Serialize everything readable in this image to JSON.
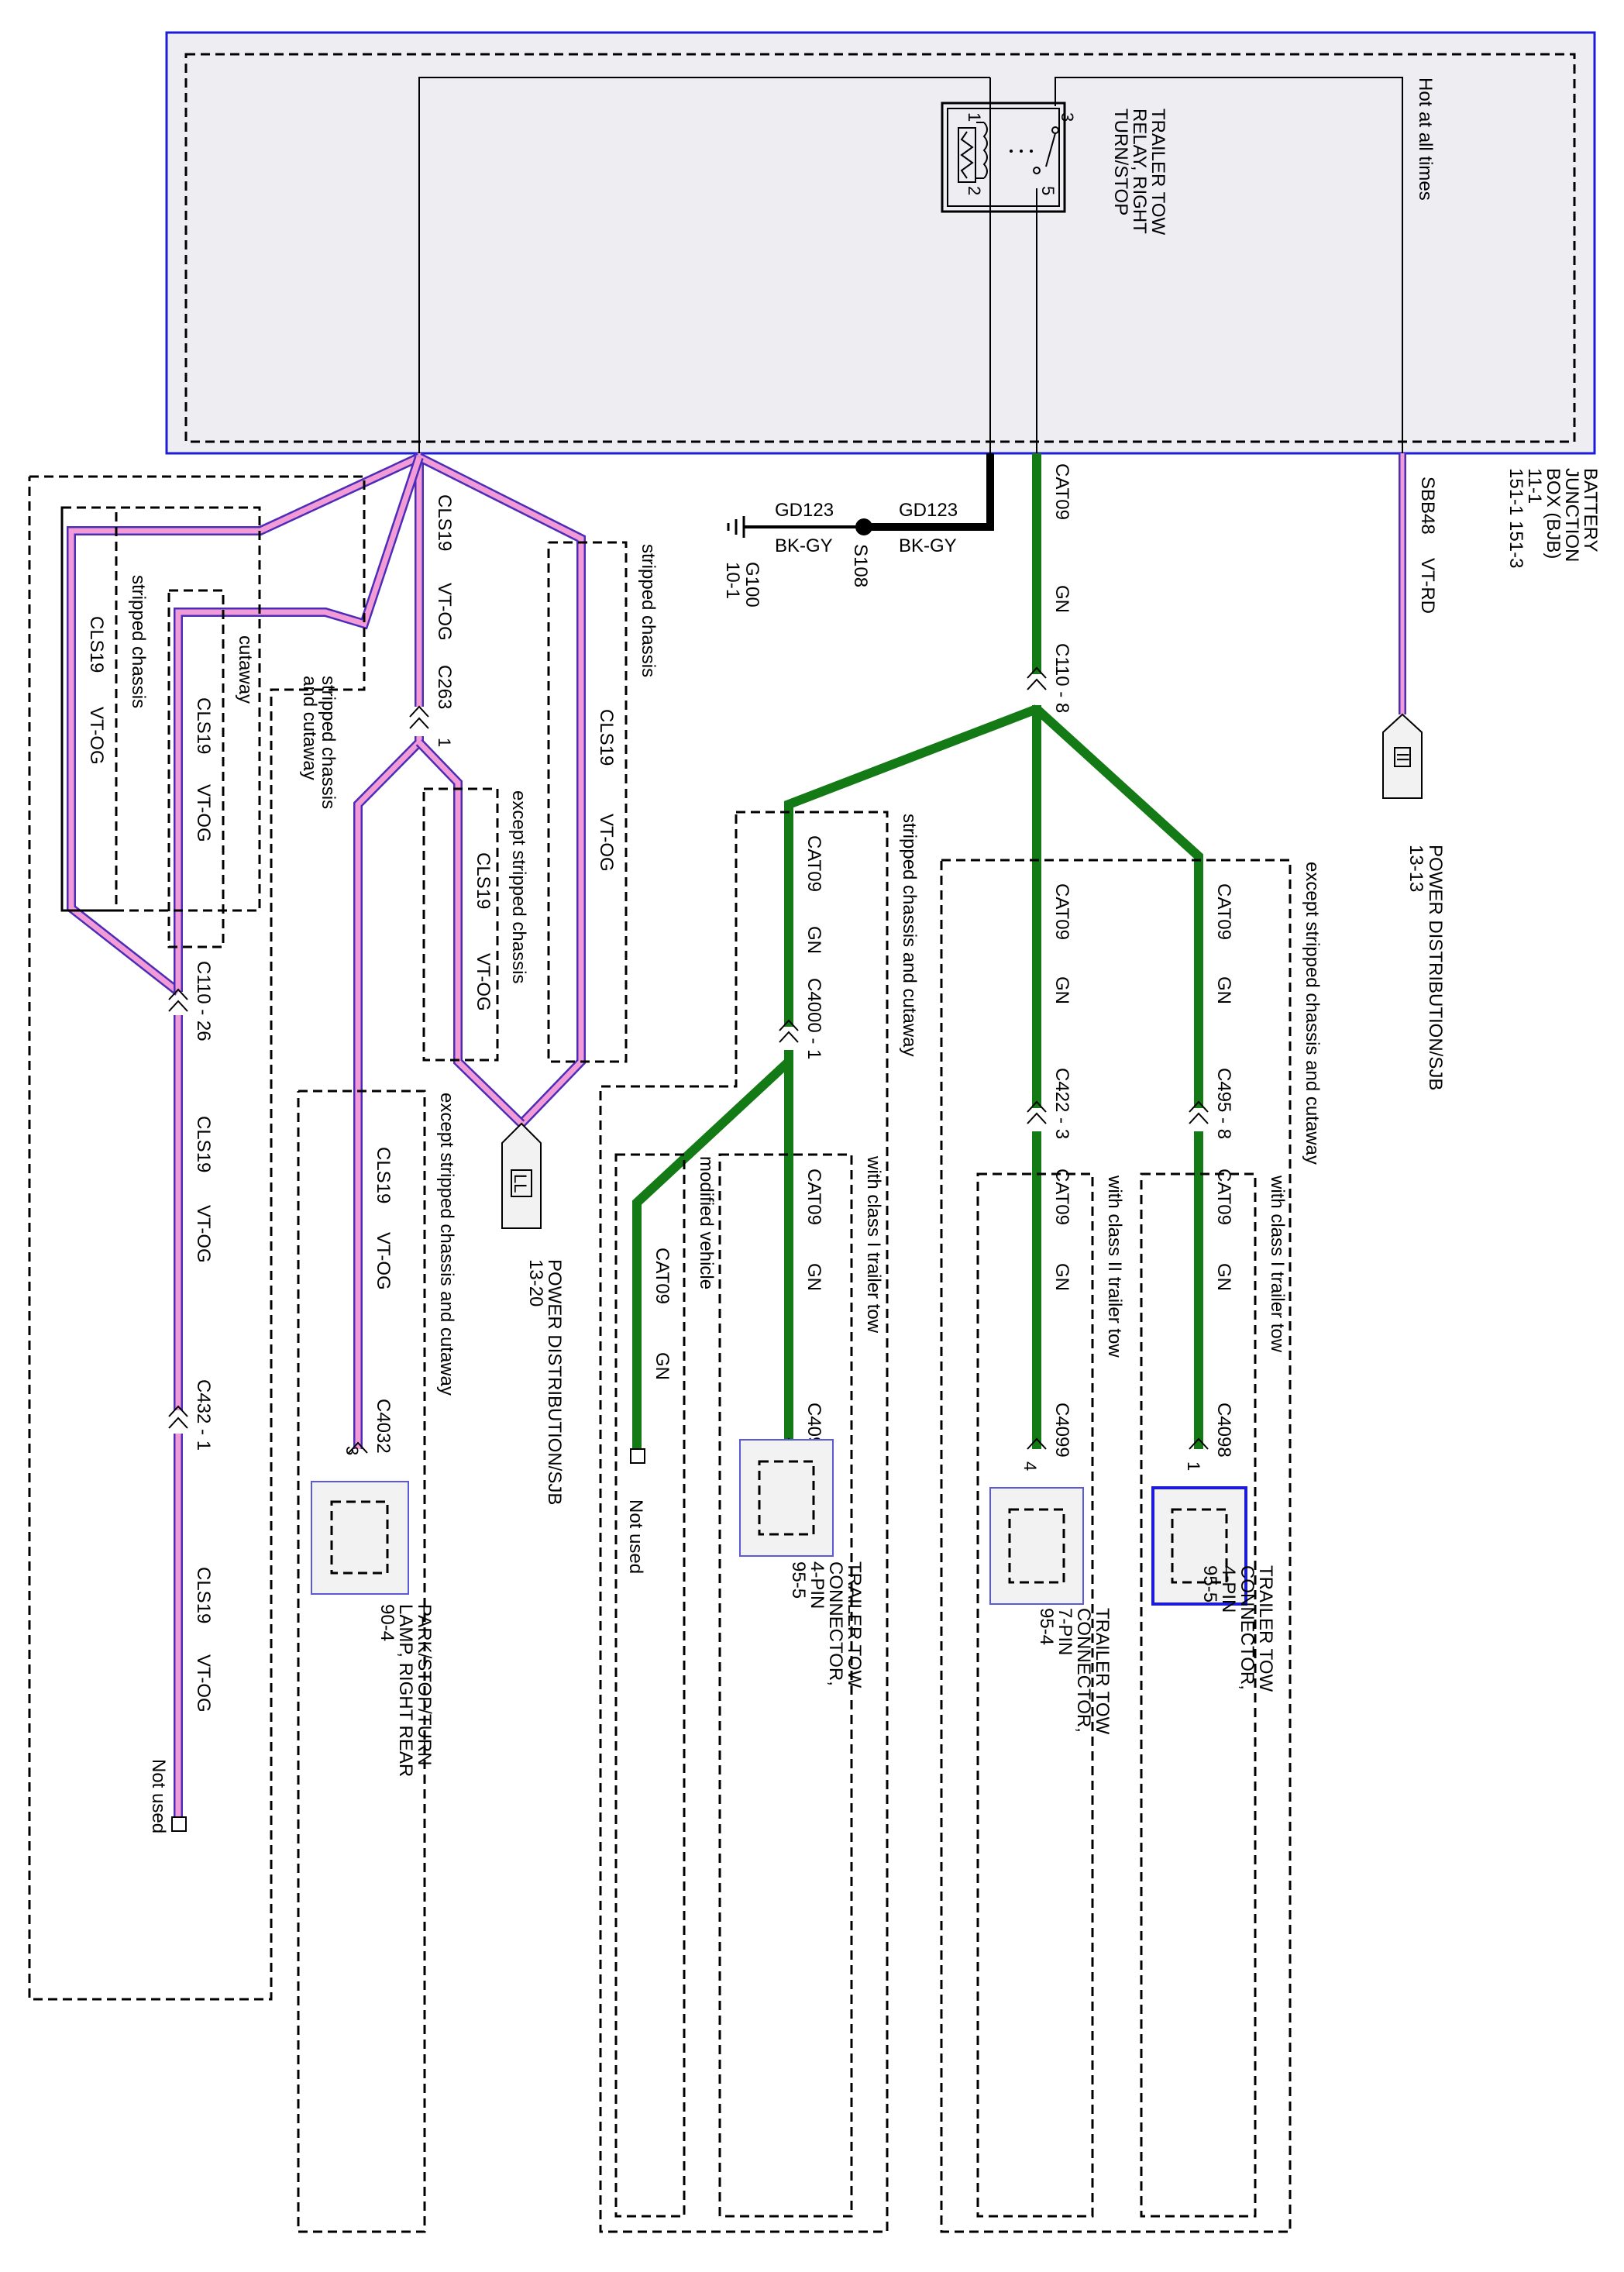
{
  "colors": {
    "pink_wire": "#f29bd6",
    "pink_wire_edge": "#4b2db8",
    "green_wire": "#137a15",
    "bjb_fill": "#eeeef2",
    "bjb_border": "#1c1cd8"
  },
  "bjb": {
    "name_lines": [
      "BATTERY",
      "JUNCTION",
      "BOX (BJB)",
      "11-1",
      "151-1  151-3"
    ],
    "hot": "Hot at all times"
  },
  "relay": {
    "name_lines": [
      "TRAILER TOW",
      "RELAY, RIGHT",
      "TURN/STOP"
    ],
    "pins": [
      "1",
      "2",
      "3",
      "5"
    ]
  },
  "sbb48": {
    "circuit": "SBB48",
    "color": "VT-RD"
  },
  "pd_ii": {
    "symbol": "II",
    "lines": [
      "POWER DISTRIBUTION/SJB",
      "13-13"
    ]
  },
  "pd_ll": {
    "symbol": "LL",
    "lines": [
      "POWER DISTRIBUTION/SJB",
      "13-20"
    ]
  },
  "ground": {
    "circuit": "GD123",
    "color": "BK-GY",
    "splice": "S108",
    "ground_id": "G100",
    "ground_ref": "10-1"
  },
  "green": {
    "circuit": "CAT09",
    "color": "GN",
    "c110": "C110 - 8",
    "c495": "C495 - 8",
    "c422": "C422 - 3",
    "c4000": "C4000 - 1",
    "except_note": "except stripped chassis and cutaway",
    "strip_note": "stripped chassis and cutaway",
    "class1": "with class I trailer tow",
    "class2": "with class II trailer tow",
    "modified": "modified vehicle",
    "c4098": "C4098",
    "c4099": "C4099",
    "pin1": "1",
    "pin4": "4",
    "conn_4pin": [
      "TRAILER TOW",
      "CONNECTOR,",
      "4-PIN",
      "95-5"
    ],
    "conn_7pin": [
      "TRAILER TOW",
      "CONNECTOR,",
      "7-PIN",
      "95-4"
    ],
    "not_used": "Not used"
  },
  "pink": {
    "circuit": "CLS19",
    "color": "VT-OG",
    "c263": "C263",
    "c263_pin": "1",
    "c110": "C110 - 26",
    "c432": "C432 - 1",
    "c4032": "C4032",
    "c4032_pin": "3",
    "stripped_chassis": "stripped chassis",
    "cutaway": "cutaway",
    "strip_and_cut_1": "stripped chassis",
    "strip_and_cut_2": "and cutaway",
    "except_stripped": "except stripped chassis",
    "except_strip_cut": "except stripped chassis and cutaway",
    "lamp": [
      "PARK/STOP/TURN",
      "LAMP, RIGHT REAR",
      "90-4"
    ],
    "not_used": "Not used"
  }
}
